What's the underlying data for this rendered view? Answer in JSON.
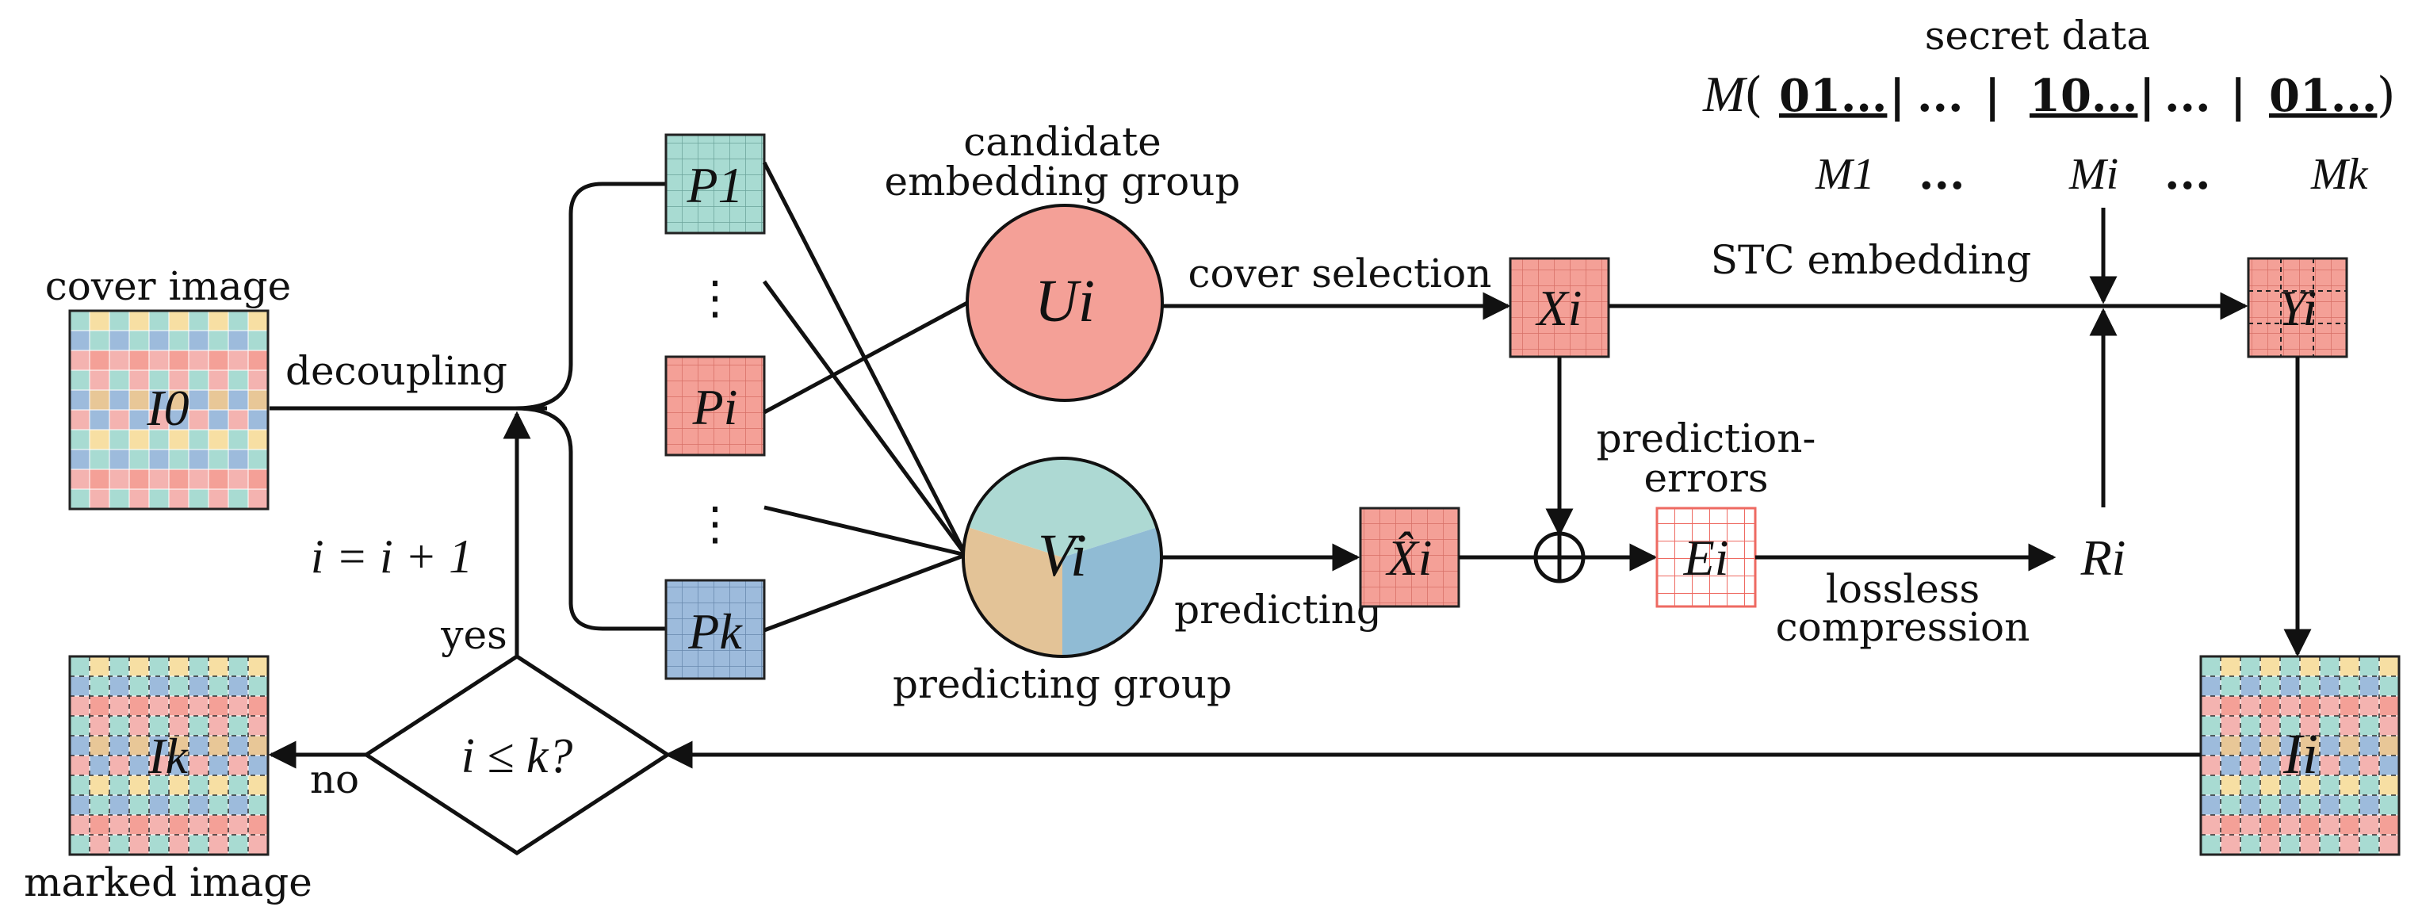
{
  "labels": {
    "cover_image": "cover image",
    "decoupling": "decoupling",
    "candidate_1": "candidate",
    "candidate_2": "embedding group",
    "cover_selection": "cover selection",
    "stc_embedding": "STC embedding",
    "secret_data": "secret data",
    "prediction_errors_1": "prediction-",
    "prediction_errors_2": "errors",
    "predicting": "predicting",
    "predicting_group": "predicting group",
    "lossless_1": "lossless",
    "lossless_2": "compression",
    "marked_image": "marked image",
    "yes": "yes",
    "no": "no",
    "increment": "i = i + 1",
    "condition": "i ≤ k?",
    "vdots": "⋮"
  },
  "symbols": {
    "I0": "I0",
    "Ik": "Ik",
    "Ii": "Ii",
    "P1": "P1",
    "Pi": "Pi",
    "Pk": "Pk",
    "Ui": "Ui",
    "Vi": "Vi",
    "Xi": "Xi",
    "Xhat": "X̂i",
    "Ei": "Ei",
    "Ri": "Ri",
    "Yi": "Yi",
    "xor": "⊕"
  },
  "secret": {
    "M": "M",
    "open": "(",
    "seg1": "01...",
    "sep1": "|",
    "dots1": "...",
    "sep2": "|",
    "seg2": "10...",
    "sep3": "|",
    "dots2": "...",
    "sep4": "|",
    "seg3": "01...",
    "close": ")",
    "M1": "M1",
    "Mi": "Mi",
    "Mk": "Mk",
    "ell1": "...",
    "ell2": "..."
  },
  "colors": {
    "teal": "#a8dbd2",
    "red": "#f4a097",
    "blue": "#9dbbdc",
    "tan": "#e8c797",
    "yellow": "#f7dfa3",
    "pink": "#f4b3b0",
    "Ui_fill": "#f4a097",
    "Vi_teal": "#add9d3",
    "Vi_blue": "#90bbd4",
    "Vi_tan": "#e3c397"
  }
}
